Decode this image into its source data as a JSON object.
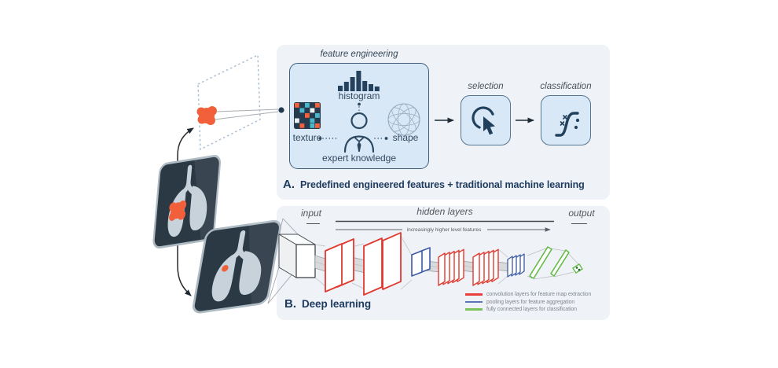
{
  "figure": {
    "panel_a": {
      "tag": "A.",
      "caption": "Predefined engineered features + traditional machine learning",
      "feature_engineering_label": "feature engineering",
      "histogram_label": "histogram",
      "texture_label": "texture",
      "shape_label": "shape",
      "expert_label": "expert knowledge",
      "selection_label": "selection",
      "classification_label": "classification"
    },
    "panel_b": {
      "tag": "B.",
      "caption": "Deep learning",
      "input_label": "input",
      "hidden_layers_label": "hidden layers",
      "higher_features_label": "increasingly higher level features",
      "output_label": "output",
      "legend": [
        {
          "label": "convolution layers for feature map extraction",
          "color": "#e8413b"
        },
        {
          "label": "pooling layers for feature aggregation",
          "color": "#5a74b8"
        },
        {
          "label": "fully connected layers for classification",
          "color": "#7cc25c"
        }
      ]
    },
    "icons": {
      "histogram-icon": "bar-chart glyph",
      "texture-icon": "color grid swatch",
      "shape-icon": "wireframe sphere",
      "expert-icon": "person silhouette with tie",
      "selection-icon": "cursor arrow in circle",
      "classification-icon": "sigmoid curve with x marks and dots",
      "tumor-icon": "orange blob",
      "lung-scan-icon": "chest scan with lungs"
    },
    "colors": {
      "accent_navy": "#1d3a5f",
      "panel_bg": "#eff2f7",
      "box_bg": "#d9e8f7",
      "box_border": "#3f5d7a",
      "tumor_orange": "#f2603b",
      "conv_red": "#e03a30",
      "pool_blue": "#3b5ba5",
      "fc_green": "#63bb46",
      "scan_bg": "#2b3945",
      "lung_fill": "#c7d2da"
    }
  }
}
